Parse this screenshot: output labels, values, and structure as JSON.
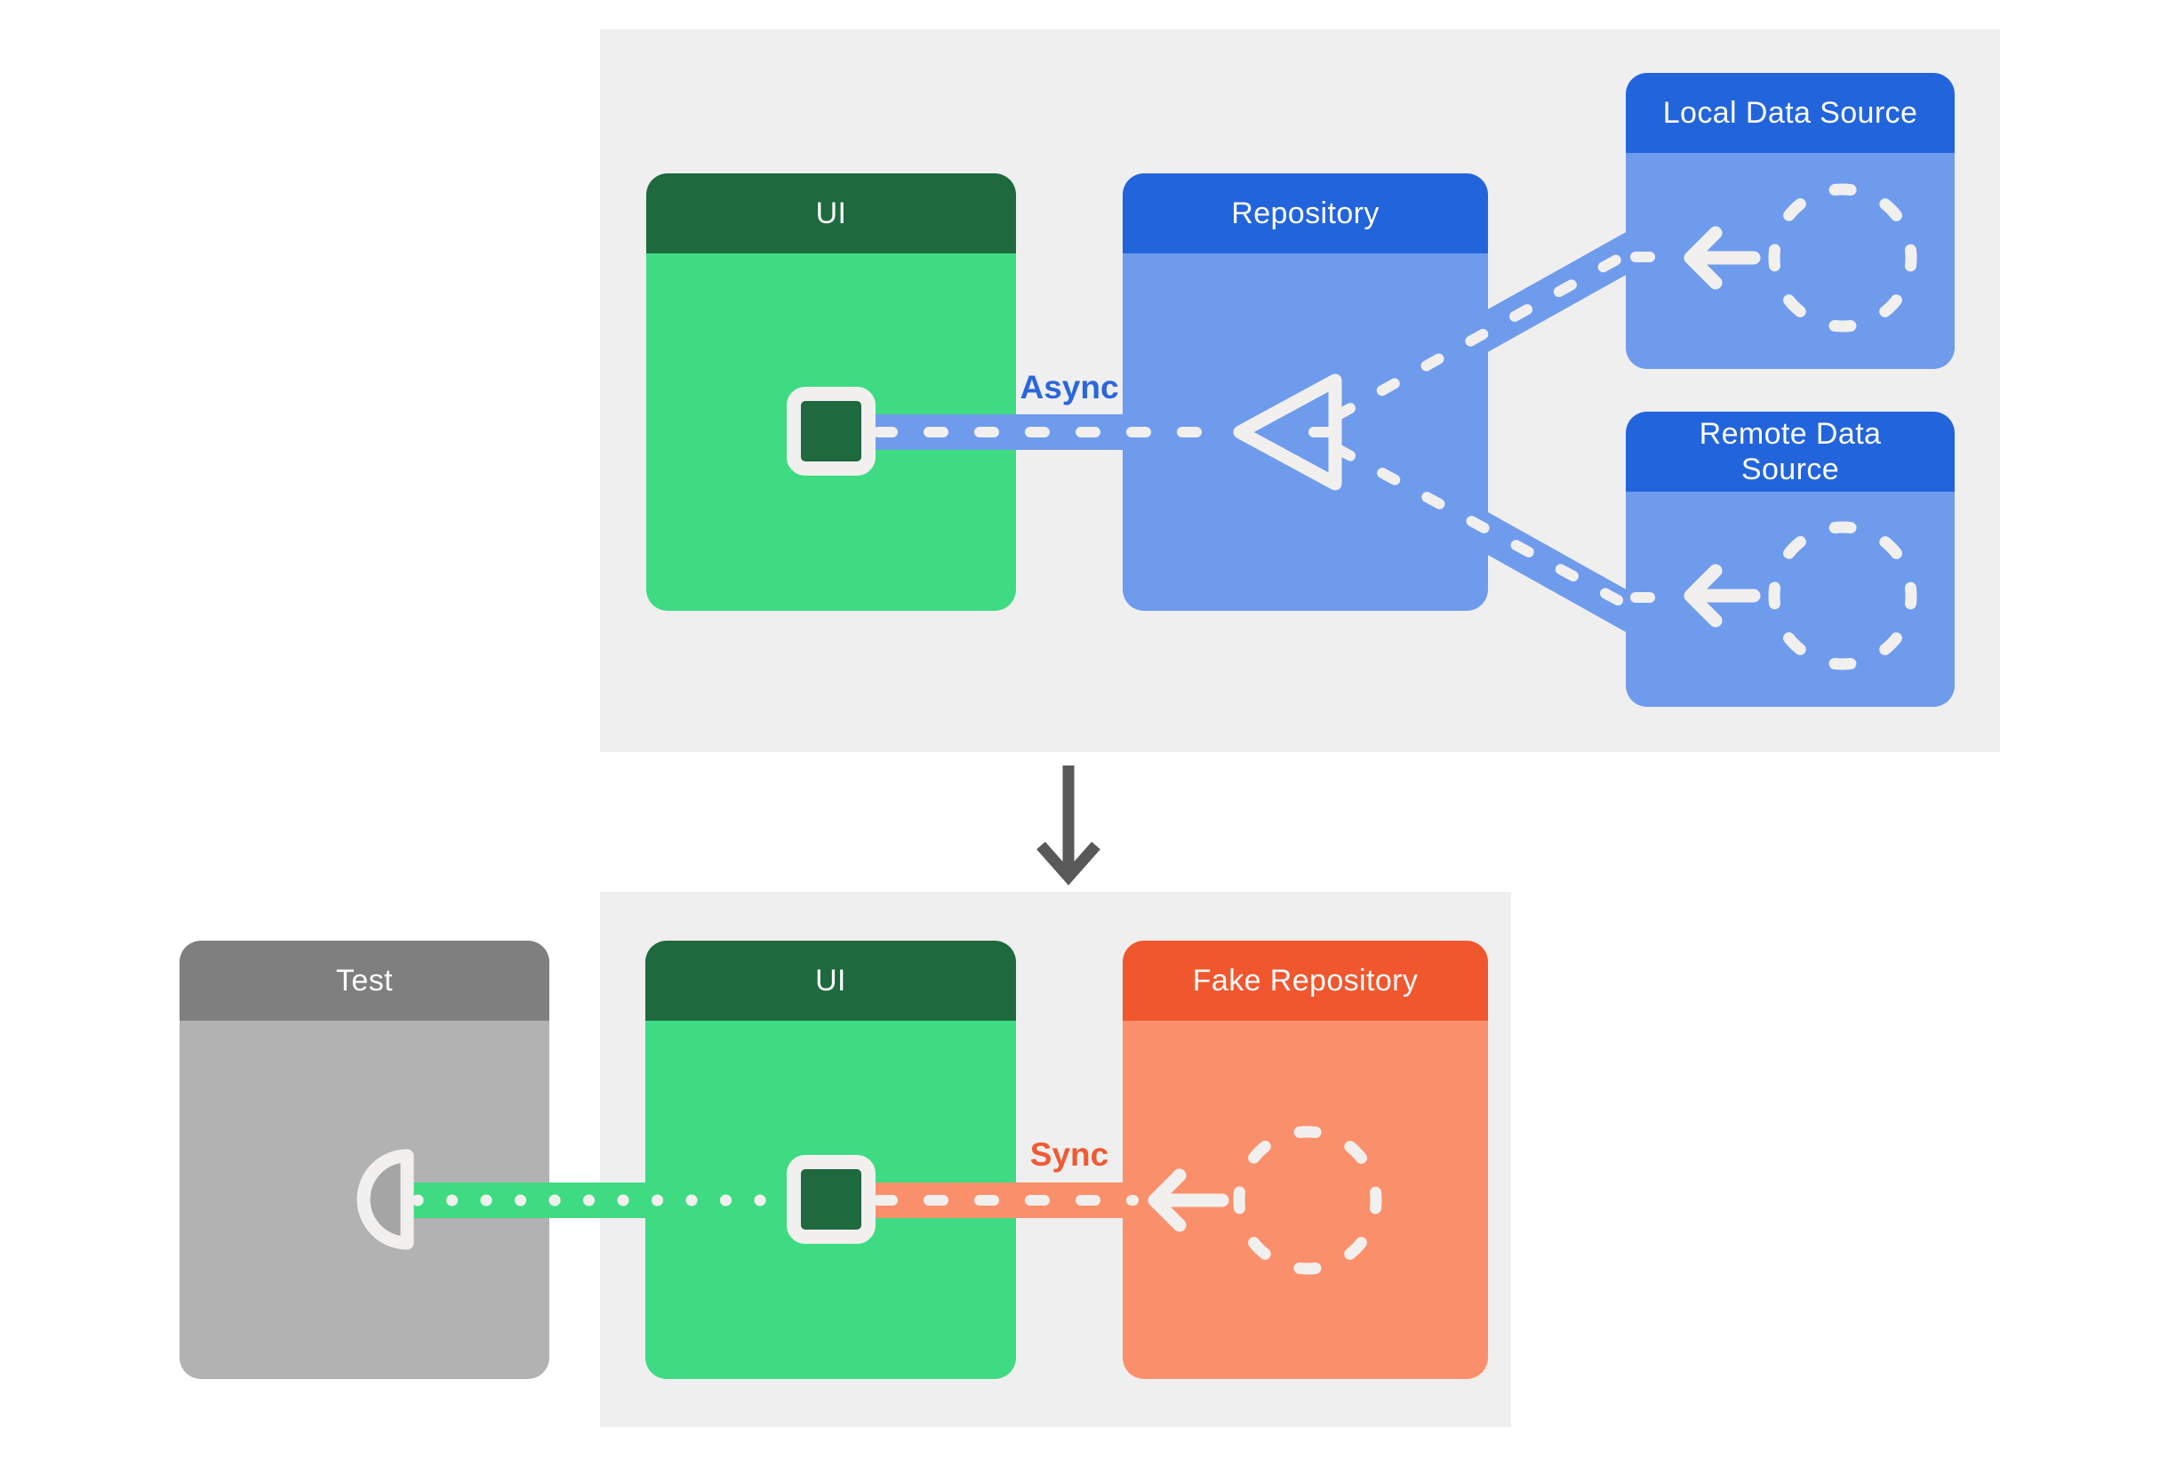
{
  "top_section": {
    "ui_card": {
      "title": "UI"
    },
    "repository_card": {
      "title": "Repository"
    },
    "local_data_source_card": {
      "title": "Local Data Source"
    },
    "remote_data_source_card": {
      "title": "Remote Data\nSource"
    },
    "connection_label": "Async"
  },
  "bottom_section": {
    "test_card": {
      "title": "Test"
    },
    "ui_card": {
      "title": "UI"
    },
    "fake_repository_card": {
      "title": "Fake Repository"
    },
    "connection_label": "Sync"
  },
  "icons": {
    "triangle": "triangle-arrowhead-icon",
    "ui_square": "ui-port-square-icon",
    "test_socket": "test-socket-icon",
    "placeholder_circle": "dashed-circle-placeholder-icon",
    "left_arrow": "left-arrow-icon",
    "transition": "down-arrow-icon"
  },
  "colors": {
    "page_bg": "#ffffff",
    "panel_bg": "#efefef",
    "green_header": "#1e693e",
    "green_body": "#3edb83",
    "blue_header": "#2264dc",
    "blue_body": "#6f9bec",
    "orange_header": "#f0572f",
    "orange_body": "#fa906b",
    "gray_header": "#7f7f7f",
    "gray_body": "#b2b2b2",
    "connector_white": "#f1f0ee",
    "socket_fill": "#a5a5a5",
    "async_label": "#2b66dd",
    "sync_label": "#f05a32",
    "down_arrow": "#595959",
    "header_text": "#fdfdfd"
  }
}
